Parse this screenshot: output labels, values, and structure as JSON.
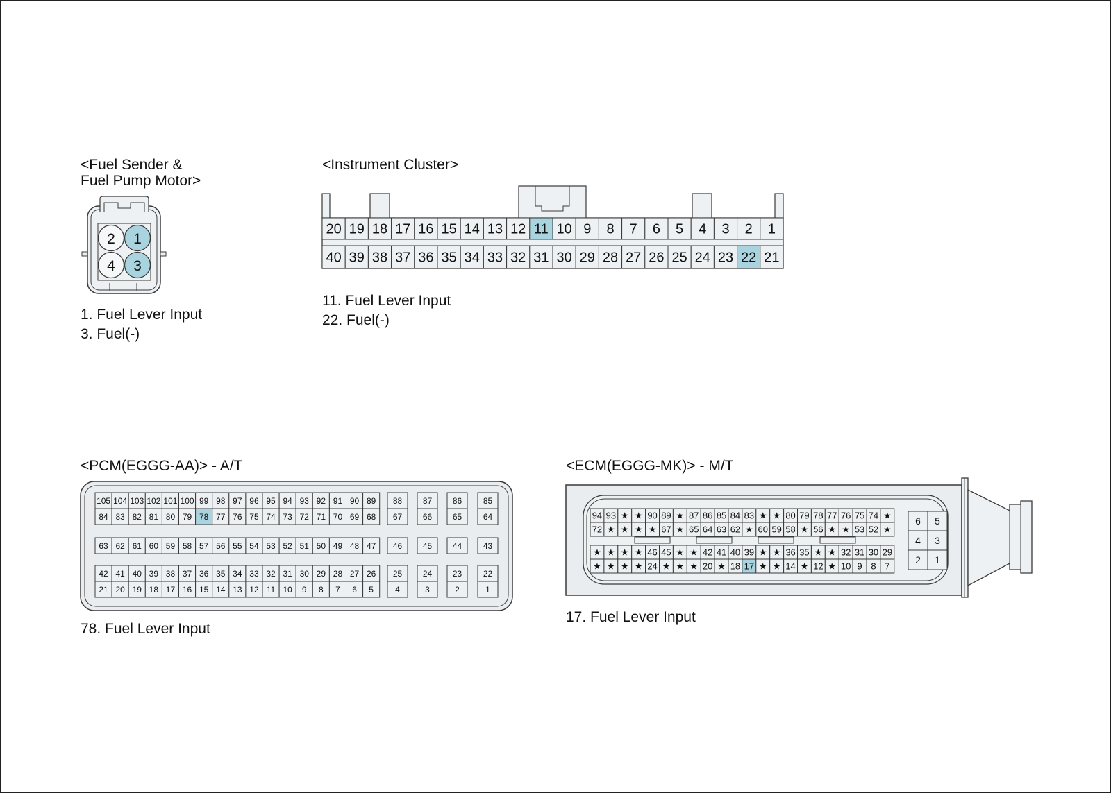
{
  "colors": {
    "highlight": "#a9d4df",
    "pin_fill": "#eef1f3",
    "body_fill": "#e9edf0",
    "stroke": "#3a3a3a"
  },
  "fuel_sender": {
    "title_line1": "<Fuel Sender &",
    "title_line2": "Fuel Pump Motor>",
    "pins": [
      "2",
      "1",
      "4",
      "3"
    ],
    "highlighted": [
      "1",
      "3"
    ],
    "notes": [
      "1. Fuel Lever Input",
      "3. Fuel(-)"
    ]
  },
  "instrument_cluster": {
    "title": "<Instrument Cluster>",
    "top_row": [
      "20",
      "19",
      "18",
      "17",
      "16",
      "15",
      "14",
      "13",
      "12",
      "11",
      "10",
      "9",
      "8",
      "7",
      "6",
      "5",
      "4",
      "3",
      "2",
      "1"
    ],
    "bottom_row": [
      "40",
      "39",
      "38",
      "37",
      "36",
      "35",
      "34",
      "33",
      "32",
      "31",
      "30",
      "29",
      "28",
      "27",
      "26",
      "25",
      "24",
      "23",
      "22",
      "21"
    ],
    "highlighted": [
      "11",
      "22"
    ],
    "notes": [
      "11. Fuel Lever Input",
      "22. Fuel(-)"
    ]
  },
  "pcm": {
    "title": "<PCM(EGGG-AA)> - A/T",
    "block1": [
      [
        "105",
        "104",
        "103",
        "102",
        "101",
        "100",
        "99",
        "98",
        "97",
        "96",
        "95",
        "94",
        "93",
        "92",
        "91",
        "90",
        "89"
      ],
      [
        "84",
        "83",
        "82",
        "81",
        "80",
        "79",
        "78",
        "77",
        "76",
        "75",
        "74",
        "73",
        "72",
        "71",
        "70",
        "69",
        "68"
      ]
    ],
    "block2": [
      [
        "63",
        "62",
        "61",
        "60",
        "59",
        "58",
        "57",
        "56",
        "55",
        "54",
        "53",
        "52",
        "51",
        "50",
        "49",
        "48",
        "47"
      ]
    ],
    "block3": [
      [
        "42",
        "41",
        "40",
        "39",
        "38",
        "37",
        "36",
        "35",
        "34",
        "33",
        "32",
        "31",
        "30",
        "29",
        "28",
        "27",
        "26"
      ],
      [
        "21",
        "20",
        "19",
        "18",
        "17",
        "16",
        "15",
        "14",
        "13",
        "12",
        "11",
        "10",
        "9",
        "8",
        "7",
        "6",
        "5"
      ]
    ],
    "side1": [
      [
        "88",
        "67"
      ],
      [
        "87",
        "66"
      ],
      [
        "86",
        "65"
      ],
      [
        "85",
        "64"
      ]
    ],
    "side2": [
      "46",
      "45",
      "44",
      "43"
    ],
    "side3": [
      [
        "25",
        "4"
      ],
      [
        "24",
        "3"
      ],
      [
        "23",
        "2"
      ],
      [
        "22",
        "1"
      ]
    ],
    "highlighted": [
      "78"
    ],
    "notes": [
      "78. Fuel Lever Input"
    ]
  },
  "ecm": {
    "title": "<ECM(EGGG-MK)> - M/T",
    "row1": [
      "94",
      "93",
      "★",
      "★",
      "90",
      "89",
      "★",
      "87",
      "86",
      "85",
      "84",
      "83",
      "★",
      "★",
      "80",
      "79",
      "78",
      "77",
      "76",
      "75",
      "74",
      "★"
    ],
    "row2": [
      "72",
      "★",
      "★",
      "★",
      "★",
      "67",
      "★",
      "65",
      "64",
      "63",
      "62",
      "★",
      "60",
      "59",
      "58",
      "★",
      "56",
      "★",
      "★",
      "53",
      "52",
      "★"
    ],
    "row3": [
      "★",
      "★",
      "★",
      "★",
      "46",
      "45",
      "★",
      "★",
      "42",
      "41",
      "40",
      "39",
      "★",
      "★",
      "36",
      "35",
      "★",
      "★",
      "32",
      "31",
      "30",
      "29"
    ],
    "row4": [
      "★",
      "★",
      "★",
      "★",
      "24",
      "★",
      "★",
      "★",
      "20",
      "★",
      "18",
      "17",
      "★",
      "★",
      "14",
      "★",
      "12",
      "★",
      "10",
      "9",
      "8",
      "7"
    ],
    "side": [
      [
        "6",
        "5"
      ],
      [
        "4",
        "3"
      ],
      [
        "2",
        "1"
      ]
    ],
    "highlighted": [
      "17"
    ],
    "notes": [
      "17. Fuel Lever Input"
    ]
  }
}
